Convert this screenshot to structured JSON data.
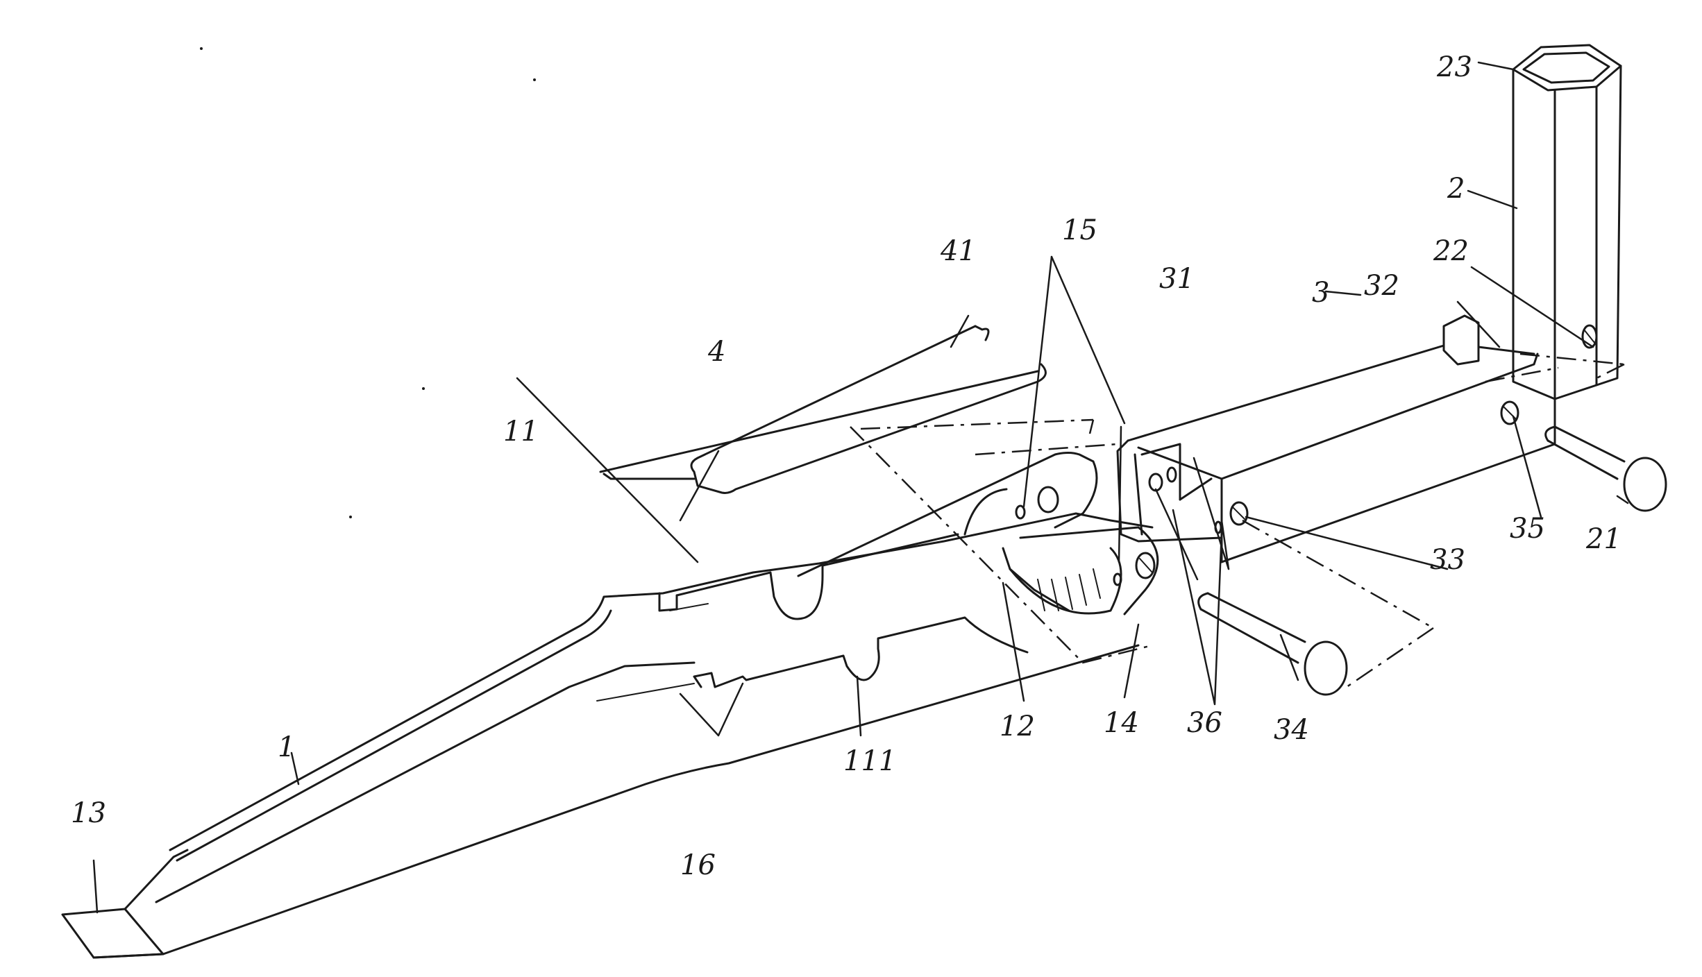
{
  "labels": {
    "l1": "1",
    "l2": "2",
    "l3": "3",
    "l4": "4",
    "l11": "11",
    "l111": "111",
    "l12": "12",
    "l13": "13",
    "l14": "14",
    "l15": "15",
    "l16": "16",
    "l21": "21",
    "l22": "22",
    "l23": "23",
    "l31": "31",
    "l32": "32",
    "l33": "33",
    "l34": "34",
    "l35": "35",
    "l36": "36",
    "l41": "41"
  },
  "colors": {
    "ink": "#1a1a1a",
    "paper": "#ffffff"
  }
}
